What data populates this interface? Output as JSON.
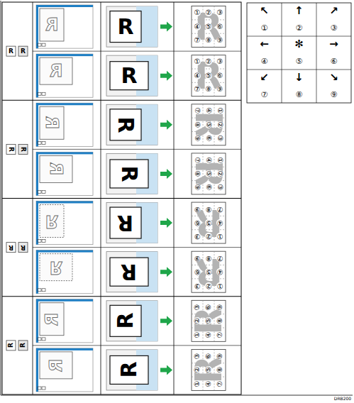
{
  "diagram": {
    "labels": [
      "R",
      "R",
      "R",
      "R",
      "R",
      "①",
      "②",
      "③",
      "④",
      "⑤",
      "⑥",
      "⑦",
      "⑧",
      "⑨",
      "R",
      "R",
      "R",
      "①",
      "②",
      "③",
      "④",
      "⑤",
      "⑥",
      "⑦",
      "⑧",
      "⑨",
      "R",
      "R",
      "R",
      "R",
      "R",
      "①",
      "②",
      "③",
      "④",
      "⑤",
      "⑥",
      "⑦",
      "⑧",
      "⑨",
      "R",
      "R",
      "R",
      "①",
      "②",
      "③",
      "④",
      "⑤",
      "⑥",
      "⑦",
      "⑧",
      "⑨",
      "R",
      "R",
      "R",
      "R",
      "R",
      "①",
      "②",
      "③",
      "④",
      "⑤",
      "⑥",
      "⑦",
      "⑧",
      "⑨",
      "R",
      "R",
      "R",
      "①",
      "②",
      "③",
      "④",
      "⑤",
      "⑥",
      "⑦",
      "⑧",
      "⑨",
      "R",
      "R",
      "R",
      "R",
      "R",
      "①",
      "②",
      "③",
      "④",
      "⑤",
      "⑥",
      "⑦",
      "⑧",
      "⑨",
      "R",
      "R",
      "R",
      "①",
      "②",
      "③",
      "④",
      "⑤",
      "⑥",
      "⑦",
      "⑧",
      "⑨",
      "↖",
      "↑",
      "↗",
      "①",
      "②",
      "③",
      "←",
      "✻",
      "→",
      "④",
      "⑤",
      "⑥",
      "↙",
      "↓",
      "↘",
      "⑦",
      "⑧",
      "⑨",
      "DRB200"
    ]
  }
}
